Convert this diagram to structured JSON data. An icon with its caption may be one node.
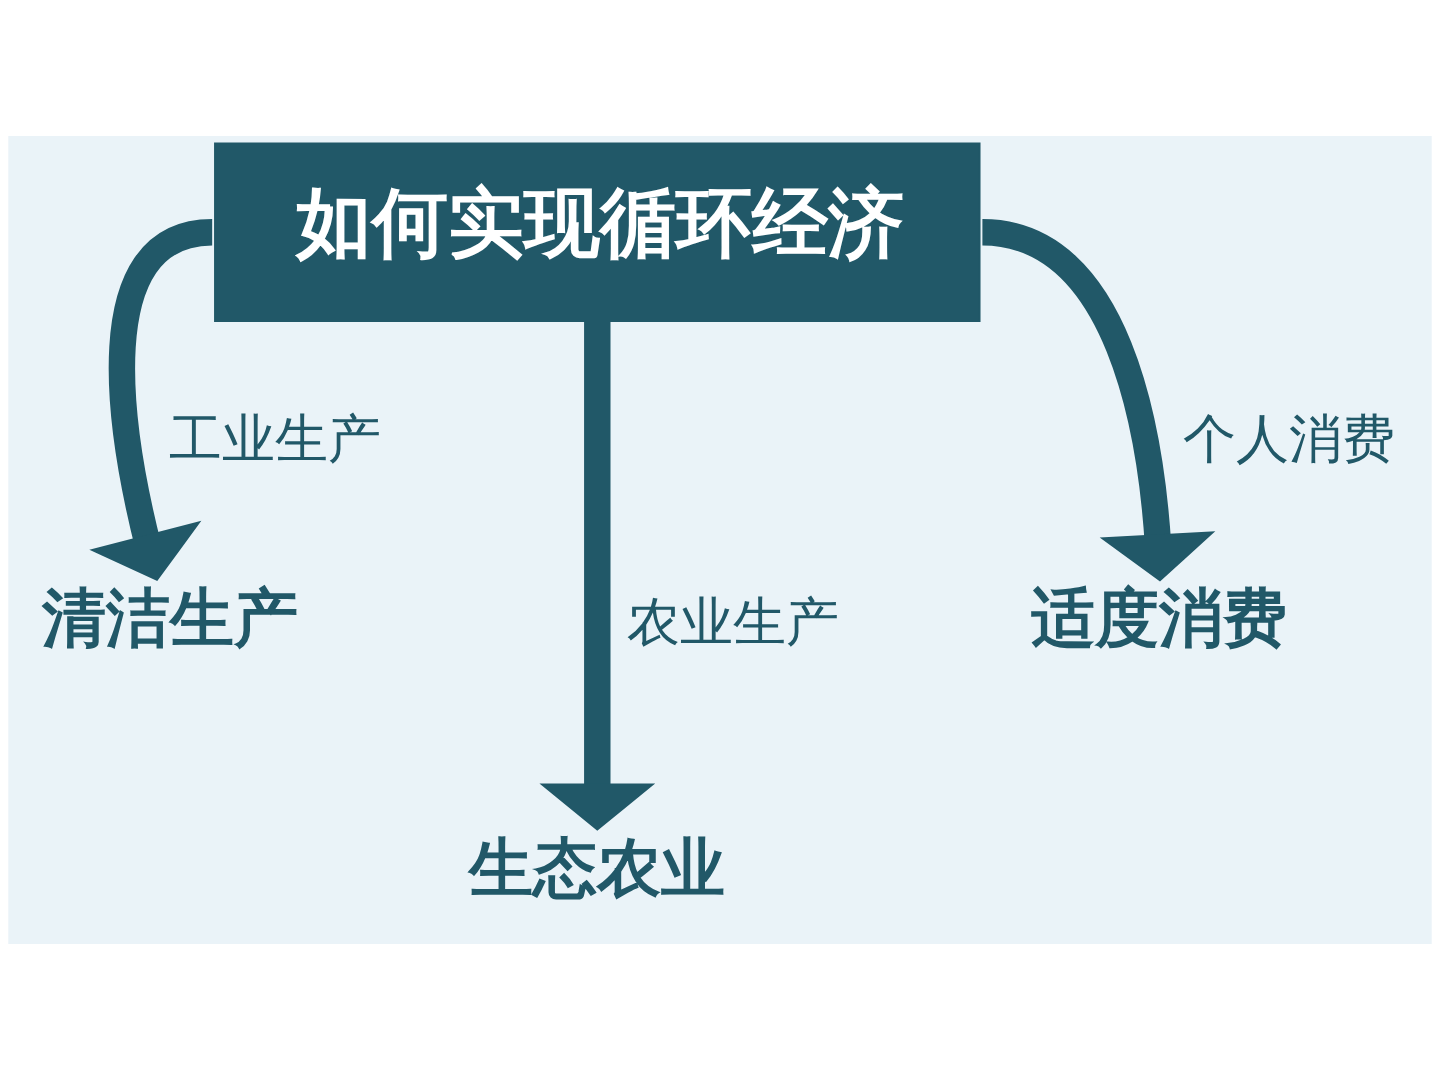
{
  "diagram": {
    "nodes": [
      {
        "text": [
          "如何实现循环经济"
        ]
      },
      {
        "text": [
          "清洁生产"
        ]
      },
      {
        "text": [
          "适度消费"
        ]
      },
      {
        "text": [
          "生态农业"
        ]
      }
    ],
    "edges": [
      {
        "from": 0,
        "to": 1,
        "arrow": "to",
        "label": "工业生产"
      },
      {
        "from": 0,
        "to": 3,
        "arrow": "to",
        "label": "农业生产"
      },
      {
        "from": 0,
        "to": 2,
        "arrow": "to",
        "label": "个人消费"
      }
    ]
  }
}
